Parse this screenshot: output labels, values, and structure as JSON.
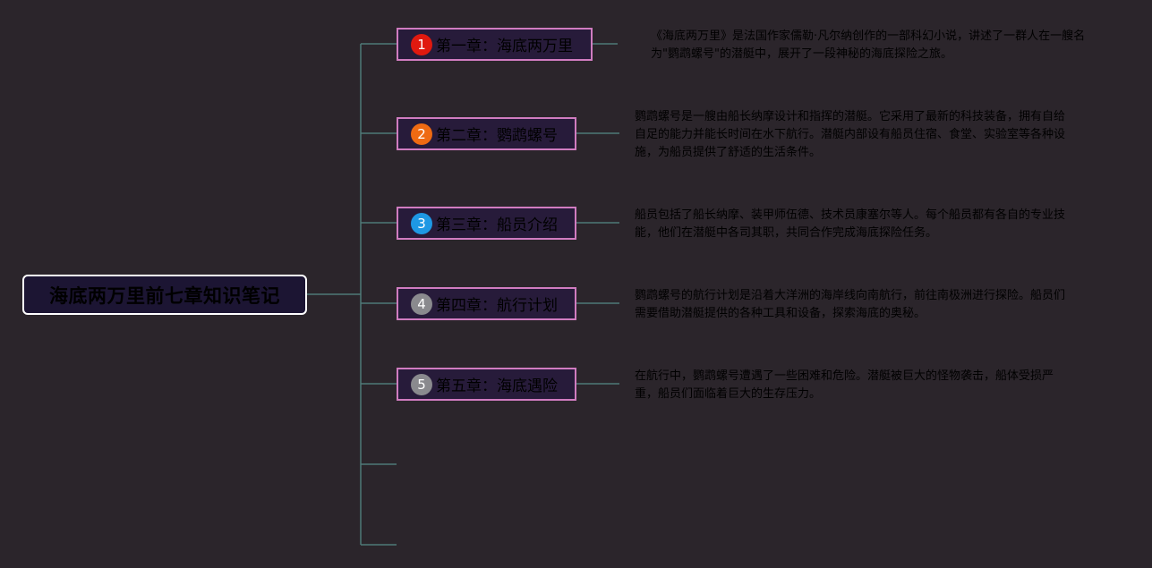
{
  "root": {
    "title": "海底两万里前七章知识笔记"
  },
  "chapters": [
    {
      "number": "1",
      "title": "第一章：海底两万里",
      "badge_color": "#e0190f",
      "note": "《海底两万里》是法国作家儒勒·凡尔纳创作的一部科幻小说，讲述了一群人在一艘名为\"鹦鹉螺号\"的潜艇中，展开了一段神秘的海底探险之旅。"
    },
    {
      "number": "2",
      "title": "第二章：鹦鹉螺号",
      "badge_color": "#ef6a12",
      "note": "鹦鹉螺号是一艘由船长纳摩设计和指挥的潜艇。它采用了最新的科技装备，拥有自给自足的能力并能长时间在水下航行。潜艇内部设有船员住宿、食堂、实验室等各种设施，为船员提供了舒适的生活条件。"
    },
    {
      "number": "3",
      "title": "第三章：船员介绍",
      "badge_color": "#1e98e4",
      "note": "船员包括了船长纳摩、装甲师伍德、技术员康塞尔等人。每个船员都有各自的专业技能，他们在潜艇中各司其职，共同合作完成海底探险任务。"
    },
    {
      "number": "4",
      "title": "第四章：航行计划",
      "badge_color": "#8a8a8e",
      "note": "鹦鹉螺号的航行计划是沿着大洋洲的海岸线向南航行，前往南极洲进行探险。船员们需要借助潜艇提供的各种工具和设备，探索海底的奥秘。"
    },
    {
      "number": "5",
      "title": "第五章：海底遇险",
      "badge_color": "#8a8a8e",
      "note": "在航行中，鹦鹉螺号遭遇了一些困难和危险。潜艇被巨大的怪物袭击，船体受损严重，船员们面临着巨大的生存压力。"
    }
  ],
  "colors": {
    "background": "#2b252b",
    "connector": "#4e7a78",
    "chapter_border": "#d07cc0",
    "chapter_fill": "#271b3a",
    "root_border": "#ffffff",
    "root_fill": "#1c1533"
  }
}
